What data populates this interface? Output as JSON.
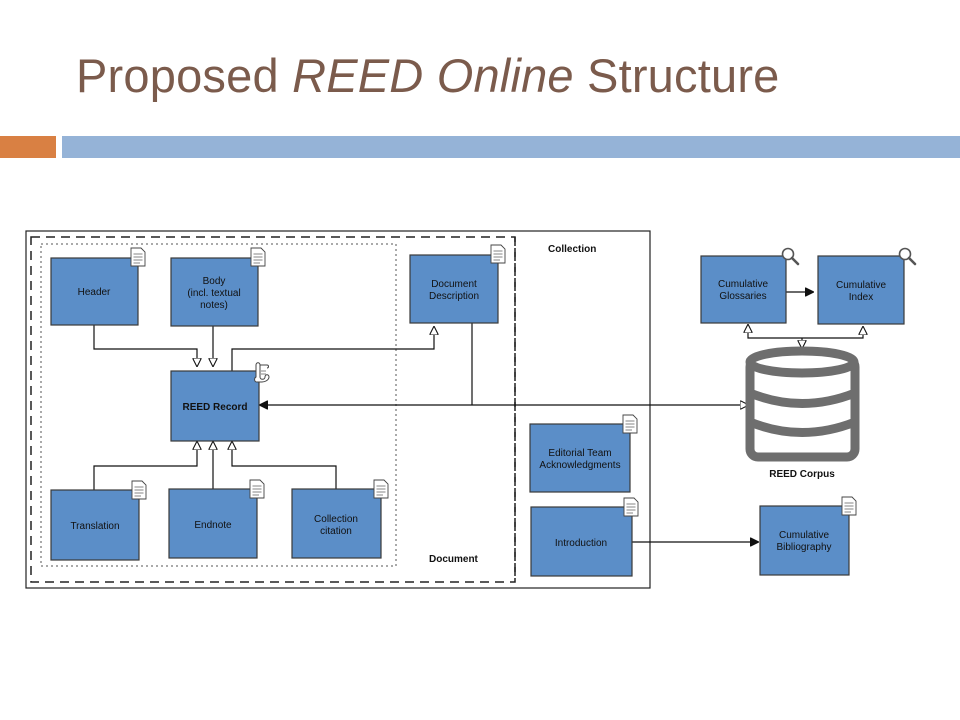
{
  "slide": {
    "title_part1": "Proposed ",
    "title_part2": "REED Online",
    "title_part3": " Structure"
  },
  "diagram": {
    "containers": {
      "collection": "Collection",
      "document": "Document"
    },
    "nodes": {
      "header": [
        "Header"
      ],
      "body": [
        "Body",
        "(incl. textual",
        "notes)"
      ],
      "document_description": [
        "Document",
        "Description"
      ],
      "reed_record": [
        "REED Record"
      ],
      "translation": [
        "Translation"
      ],
      "endnote": [
        "Endnote"
      ],
      "collection_citation": [
        "Collection",
        "citation"
      ],
      "editorial_team": [
        "Editorial Team",
        "Acknowledgments"
      ],
      "introduction": [
        "Introduction"
      ],
      "cumulative_glossaries": [
        "Cumulative",
        "Glossaries"
      ],
      "cumulative_index": [
        "Cumulative",
        "Index"
      ],
      "reed_corpus": [
        "REED Corpus"
      ],
      "cumulative_bibliography": [
        "Cumulative",
        "Bibliography"
      ]
    },
    "icons": {
      "document": "document-icon",
      "search": "search-icon",
      "scroll": "scroll-icon",
      "database": "database-icon"
    },
    "colors": {
      "box_fill": "#5b8ec8",
      "title": "#7b5b4c",
      "accent_orange": "#d98043",
      "accent_blue": "#95b3d7"
    }
  }
}
